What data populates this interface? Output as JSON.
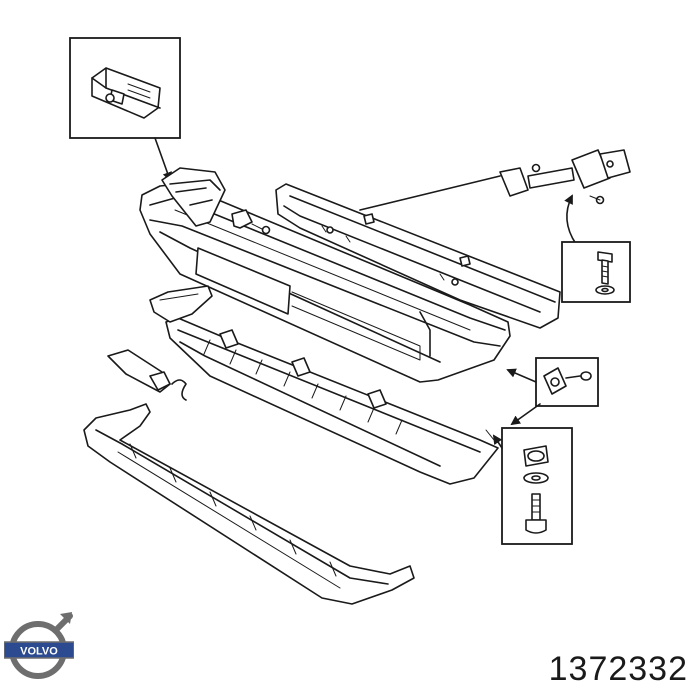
{
  "part_number": "1372332",
  "brand": "VOLVO",
  "colors": {
    "line": "#1a1a1a",
    "background": "#ffffff",
    "logo_ring": "#6e6e6e",
    "logo_bar": "#2b4a8f"
  },
  "icons": [
    "clip-detail",
    "bolt-washer-detail",
    "nut-bracket-detail",
    "bolt-nut-washer-stack"
  ]
}
